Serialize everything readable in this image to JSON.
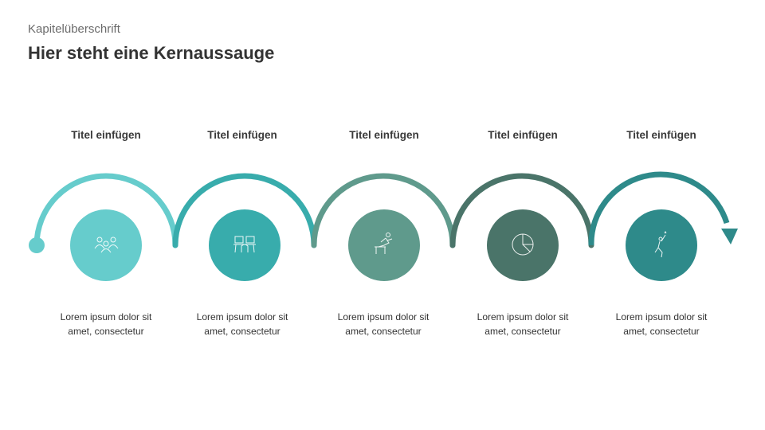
{
  "header": {
    "chapter": "Kapitelüberschrift",
    "title": "Hier steht eine Kernaussauge"
  },
  "steps": [
    {
      "title": "Titel einfügen",
      "line1": "Lorem ipsum dolor sit",
      "line2": "amet, consectetur",
      "icon": "people-group-icon",
      "color": "#66cccc"
    },
    {
      "title": "Titel einfügen",
      "line1": "Lorem ipsum dolor sit",
      "line2": "amet, consectetur",
      "icon": "workstation-icon",
      "color": "#38acac"
    },
    {
      "title": "Titel einfügen",
      "line1": "Lorem ipsum dolor sit",
      "line2": "amet, consectetur",
      "icon": "hurdle-runner-icon",
      "color": "#5f9a8c"
    },
    {
      "title": "Titel einfügen",
      "line1": "Lorem ipsum dolor sit",
      "line2": "amet, consectetur",
      "icon": "pie-chart-icon",
      "color": "#4a7469"
    },
    {
      "title": "Titel einfügen",
      "line1": "Lorem ipsum dolor sit",
      "line2": "amet, consectetur",
      "icon": "reaching-star-icon",
      "color": "#2e8a8a"
    }
  ]
}
